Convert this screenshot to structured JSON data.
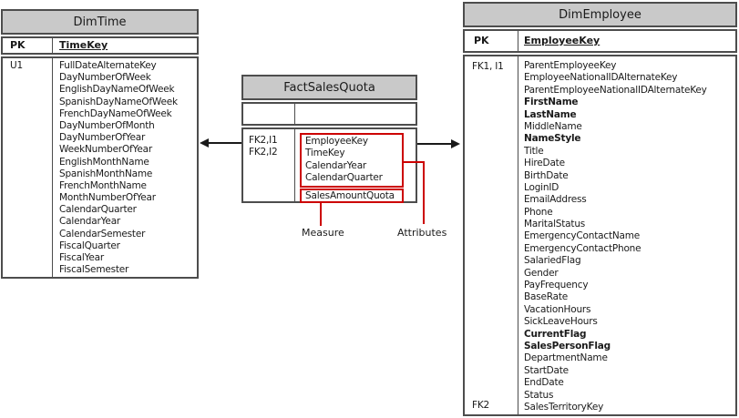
{
  "colors": {
    "header_fill": "#c9c9c9",
    "border_col": "#4d4d4d",
    "highlight_red": "#cc0000",
    "arrow_col": "#1a1a1a",
    "text_col": "#1a1a1a"
  },
  "dim_time": {
    "title": "DimTime",
    "pk_label": "PK",
    "pk_field": "TimeKey",
    "key_label": "U1",
    "fields": [
      "FullDateAlternateKey",
      "DayNumberOfWeek",
      "EnglishDayNameOfWeek",
      "SpanishDayNameOfWeek",
      "FrenchDayNameOfWeek",
      "DayNumberOfMonth",
      "DayNumberOfYear",
      "WeekNumberOfYear",
      "EnglishMonthName",
      "SpanishMonthName",
      "FrenchMonthName",
      "MonthNumberOfYear",
      "CalendarQuarter",
      "CalendarYear",
      "CalendarSemester",
      "FiscalQuarter",
      "FiscalYear",
      "FiscalSemester"
    ]
  },
  "fact_sales_quota": {
    "title": "FactSalesQuota",
    "key_labels": [
      "FK2,I1",
      "FK2,I2"
    ],
    "attribute_fields": [
      "EmployeeKey",
      "TimeKey",
      "CalendarYear",
      "CalendarQuarter"
    ],
    "measure_fields": [
      "SalesAmountQuota"
    ]
  },
  "dim_employee": {
    "title": "DimEmployee",
    "pk_label": "PK",
    "pk_field": "EmployeeKey",
    "key_label_top": "FK1, I1",
    "key_label_bottom": "FK2",
    "fields": [
      {
        "t": "ParentEmployeeKey",
        "b": false
      },
      {
        "t": "EmployeeNationalIDAlternateKey",
        "b": false
      },
      {
        "t": "ParentEmployeeNationalIDAlternateKey",
        "b": false
      },
      {
        "t": "FirstName",
        "b": true
      },
      {
        "t": "LastName",
        "b": true
      },
      {
        "t": "MiddleName",
        "b": false
      },
      {
        "t": "NameStyle",
        "b": true
      },
      {
        "t": "Title",
        "b": false
      },
      {
        "t": "HireDate",
        "b": false
      },
      {
        "t": "BirthDate",
        "b": false
      },
      {
        "t": "LoginID",
        "b": false
      },
      {
        "t": "EmailAddress",
        "b": false
      },
      {
        "t": "Phone",
        "b": false
      },
      {
        "t": "MaritalStatus",
        "b": false
      },
      {
        "t": "EmergencyContactName",
        "b": false
      },
      {
        "t": "EmergencyContactPhone",
        "b": false
      },
      {
        "t": "SalariedFlag",
        "b": false
      },
      {
        "t": "Gender",
        "b": false
      },
      {
        "t": "PayFrequency",
        "b": false
      },
      {
        "t": "BaseRate",
        "b": false
      },
      {
        "t": "VacationHours",
        "b": false
      },
      {
        "t": "SickLeaveHours",
        "b": false
      },
      {
        "t": "CurrentFlag",
        "b": true
      },
      {
        "t": "SalesPersonFlag",
        "b": true
      },
      {
        "t": "DepartmentName",
        "b": false
      },
      {
        "t": "StartDate",
        "b": false
      },
      {
        "t": "EndDate",
        "b": false
      },
      {
        "t": "Status",
        "b": false
      },
      {
        "t": "SalesTerritoryKey",
        "b": false
      }
    ]
  },
  "annotations": {
    "measure_label": "Measure",
    "attributes_label": "Attributes"
  }
}
